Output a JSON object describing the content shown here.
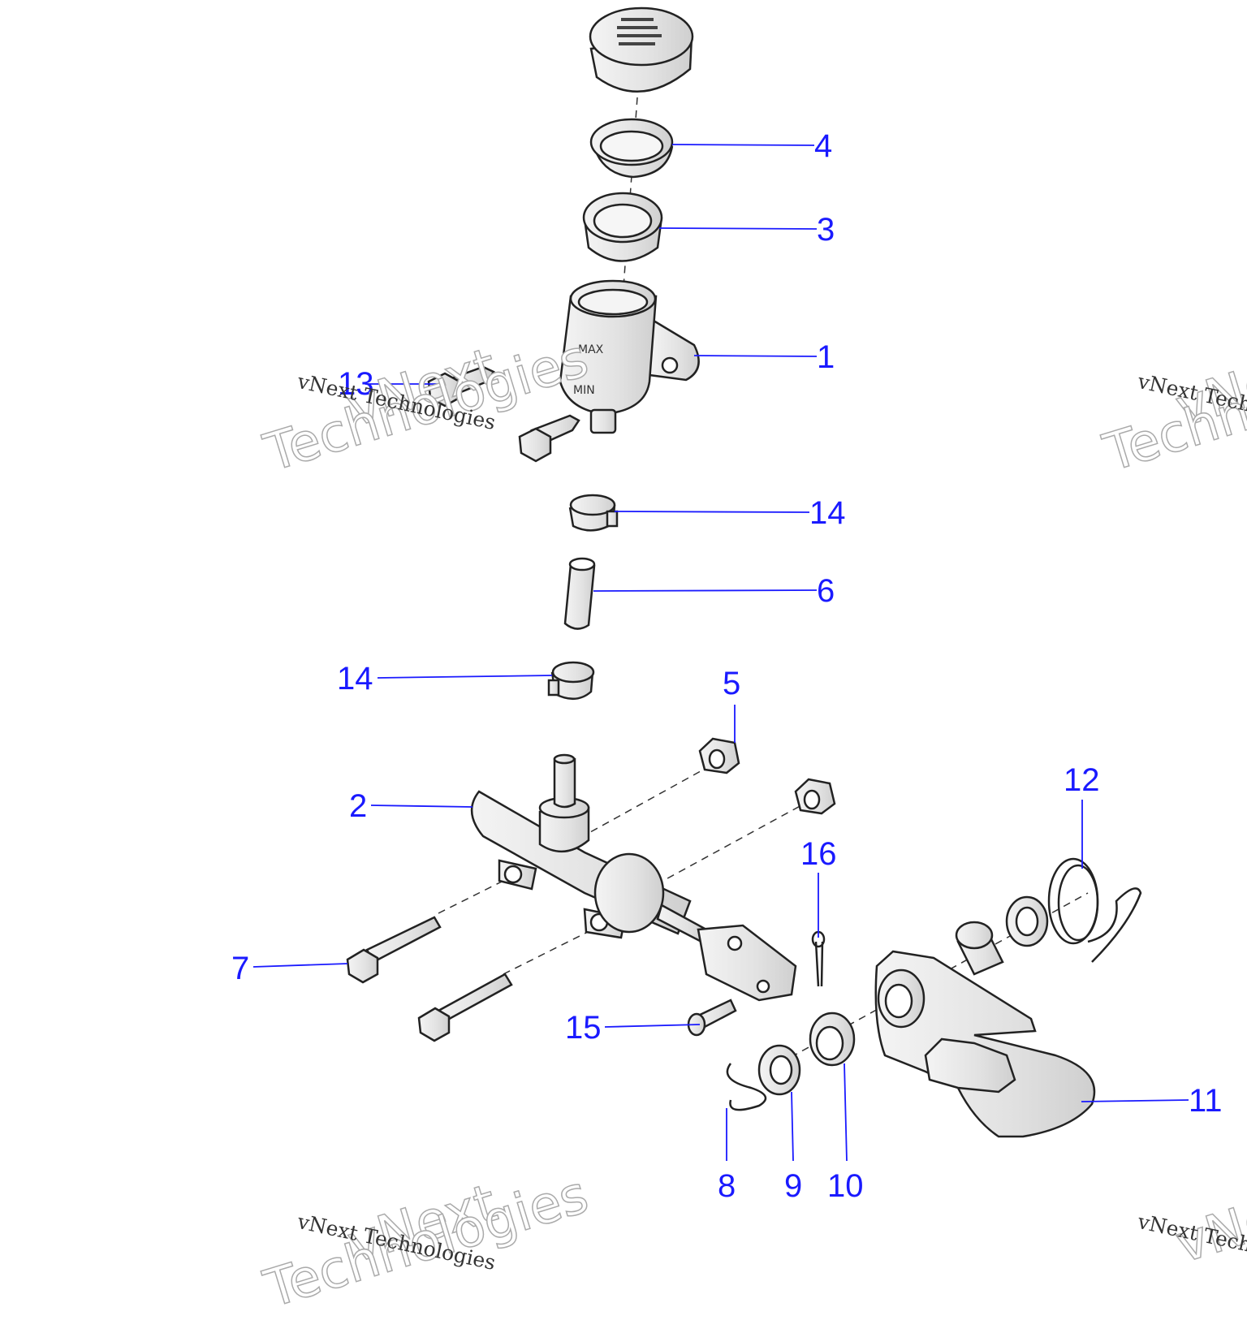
{
  "callouts": [
    {
      "id": "4",
      "text": "4"
    },
    {
      "id": "3",
      "text": "3"
    },
    {
      "id": "1",
      "text": "1"
    },
    {
      "id": "13",
      "text": "13"
    },
    {
      "id": "14a",
      "text": "14"
    },
    {
      "id": "6",
      "text": "6"
    },
    {
      "id": "14b",
      "text": "14"
    },
    {
      "id": "5",
      "text": "5"
    },
    {
      "id": "2",
      "text": "2"
    },
    {
      "id": "12",
      "text": "12"
    },
    {
      "id": "16",
      "text": "16"
    },
    {
      "id": "7",
      "text": "7"
    },
    {
      "id": "15",
      "text": "15"
    },
    {
      "id": "11",
      "text": "11"
    },
    {
      "id": "8",
      "text": "8"
    },
    {
      "id": "9",
      "text": "9"
    },
    {
      "id": "10",
      "text": "10"
    }
  ],
  "watermark": {
    "small": "vNext Technologies",
    "big_line1": "vNext",
    "big_line2": "Technologies"
  },
  "colors": {
    "callout": "#1a1aff",
    "part_fill": "#e6e6e6",
    "part_stroke": "#222222"
  }
}
